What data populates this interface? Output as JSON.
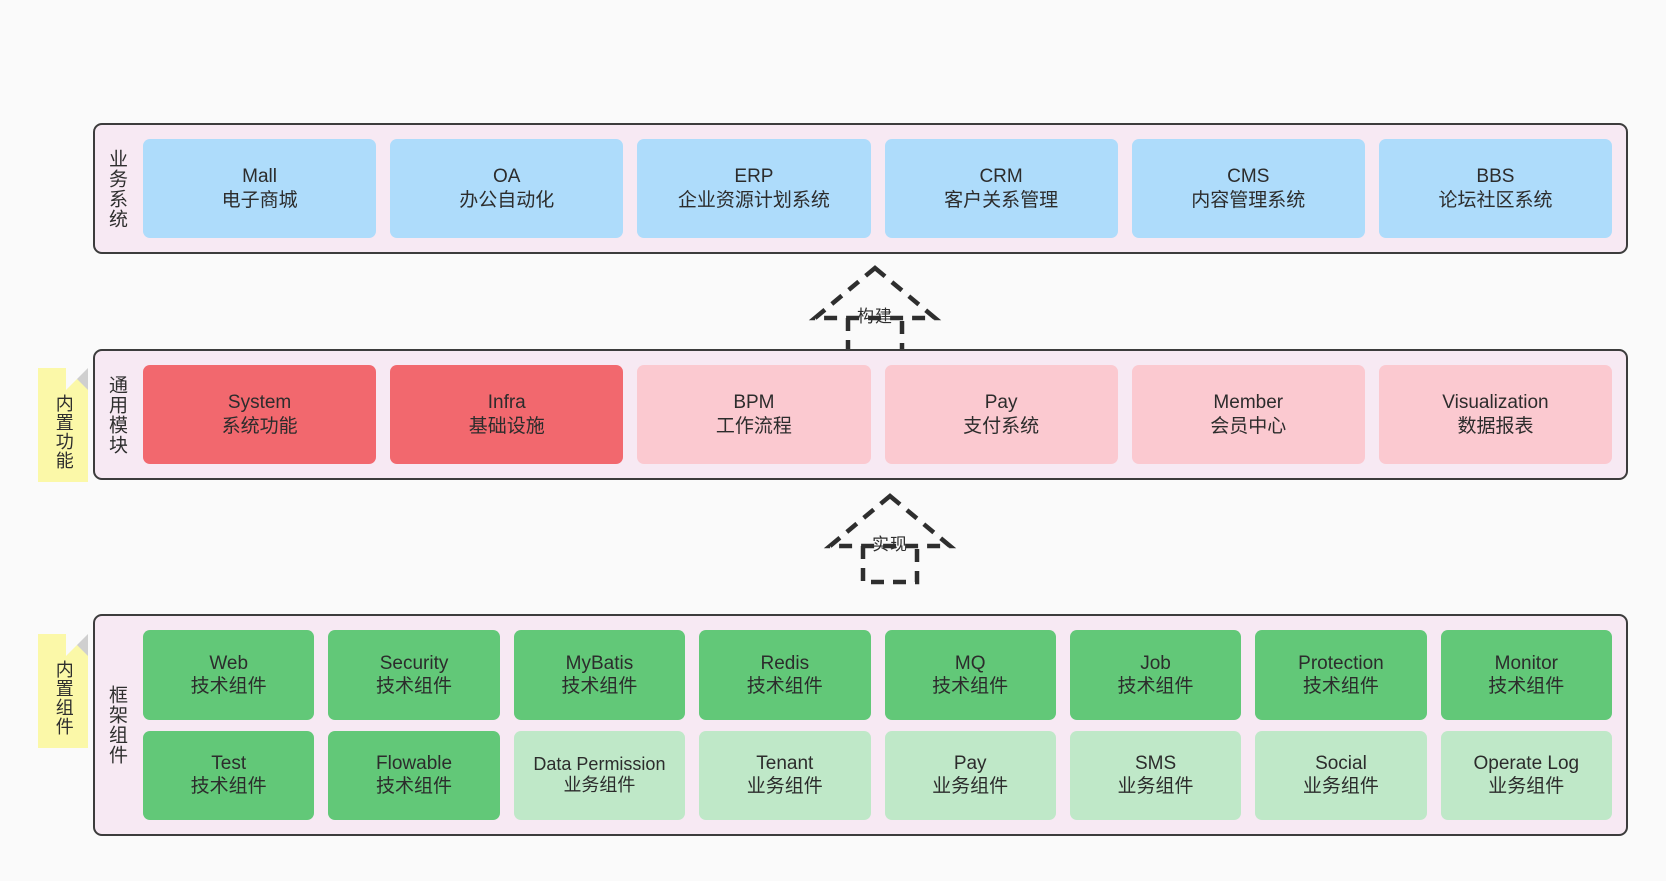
{
  "diagram": {
    "background_color": "#fafafa",
    "layer_fill": "#f7e9f3",
    "layer_border": "#3c3c3c",
    "note_color": "#fbf8a8"
  },
  "layers": [
    {
      "id": "business-systems",
      "title": "业务系统",
      "rows": [
        {
          "cards": [
            {
              "en": "Mall",
              "cn": "电子商城",
              "color": "blue"
            },
            {
              "en": "OA",
              "cn": "办公自动化",
              "color": "blue"
            },
            {
              "en": "ERP",
              "cn": "企业资源计划系统",
              "color": "blue"
            },
            {
              "en": "CRM",
              "cn": "客户关系管理",
              "color": "blue"
            },
            {
              "en": "CMS",
              "cn": "内容管理系统",
              "color": "blue"
            },
            {
              "en": "BBS",
              "cn": "论坛社区系统",
              "color": "blue"
            }
          ]
        }
      ]
    },
    {
      "id": "common-modules",
      "title": "通用模块",
      "note": "内置功能",
      "rows": [
        {
          "cards": [
            {
              "en": "System",
              "cn": "系统功能",
              "color": "red"
            },
            {
              "en": "Infra",
              "cn": "基础设施",
              "color": "red"
            },
            {
              "en": "BPM",
              "cn": "工作流程",
              "color": "pink"
            },
            {
              "en": "Pay",
              "cn": "支付系统",
              "color": "pink"
            },
            {
              "en": "Member",
              "cn": "会员中心",
              "color": "pink"
            },
            {
              "en": "Visualization",
              "cn": "数据报表",
              "color": "pink"
            }
          ]
        }
      ]
    },
    {
      "id": "framework-components",
      "title": "框架组件",
      "note": "内置组件",
      "rows": [
        {
          "cards": [
            {
              "en": "Web",
              "cn": "技术组件",
              "color": "green"
            },
            {
              "en": "Security",
              "cn": "技术组件",
              "color": "green"
            },
            {
              "en": "MyBatis",
              "cn": "技术组件",
              "color": "green"
            },
            {
              "en": "Redis",
              "cn": "技术组件",
              "color": "green"
            },
            {
              "en": "MQ",
              "cn": "技术组件",
              "color": "green"
            },
            {
              "en": "Job",
              "cn": "技术组件",
              "color": "green"
            },
            {
              "en": "Protection",
              "cn": "技术组件",
              "color": "green"
            },
            {
              "en": "Monitor",
              "cn": "技术组件",
              "color": "green"
            }
          ]
        },
        {
          "cards": [
            {
              "en": "Test",
              "cn": "技术组件",
              "color": "green"
            },
            {
              "en": "Flowable",
              "cn": "技术组件",
              "color": "green"
            },
            {
              "en": "Data Permission",
              "cn": "业务组件",
              "color": "lgreen"
            },
            {
              "en": "Tenant",
              "cn": "业务组件",
              "color": "lgreen"
            },
            {
              "en": "Pay",
              "cn": "业务组件",
              "color": "lgreen"
            },
            {
              "en": "SMS",
              "cn": "业务组件",
              "color": "lgreen"
            },
            {
              "en": "Social",
              "cn": "业务组件",
              "color": "lgreen"
            },
            {
              "en": "Operate Log",
              "cn": "业务组件",
              "color": "lgreen"
            }
          ]
        }
      ]
    }
  ],
  "arrows": [
    {
      "id": "build-arrow",
      "label": "构建"
    },
    {
      "id": "implement-arrow",
      "label": "实现"
    }
  ]
}
